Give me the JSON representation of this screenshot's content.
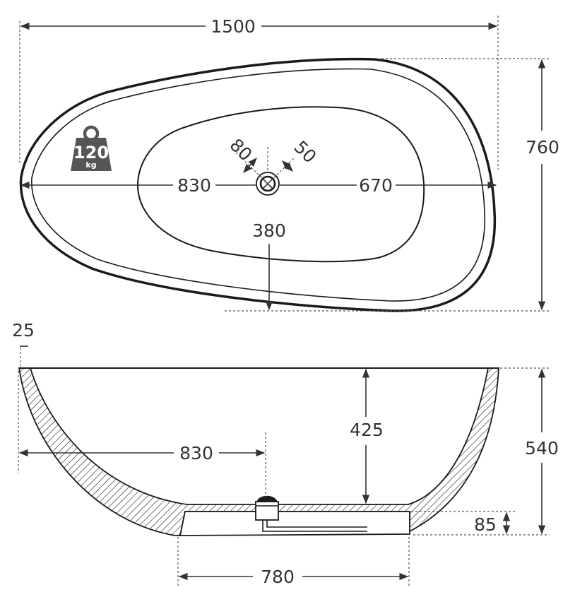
{
  "top_view": {
    "overall_length": "1500",
    "overall_width": "760",
    "drain_from_left": "830",
    "drain_from_right": "670",
    "drain_from_bottom": "380",
    "drain_offset_a": "80",
    "drain_offset_b": "50"
  },
  "weight_badge": {
    "value": "120",
    "unit": "kg"
  },
  "side_view": {
    "wall_thickness": "25",
    "drain_from_left": "830",
    "inner_depth": "425",
    "overall_height": "540",
    "base_height": "85",
    "base_width": "780"
  },
  "colors": {
    "line": "#1a1a1a",
    "dimension": "#333333",
    "badge": "#555555"
  }
}
